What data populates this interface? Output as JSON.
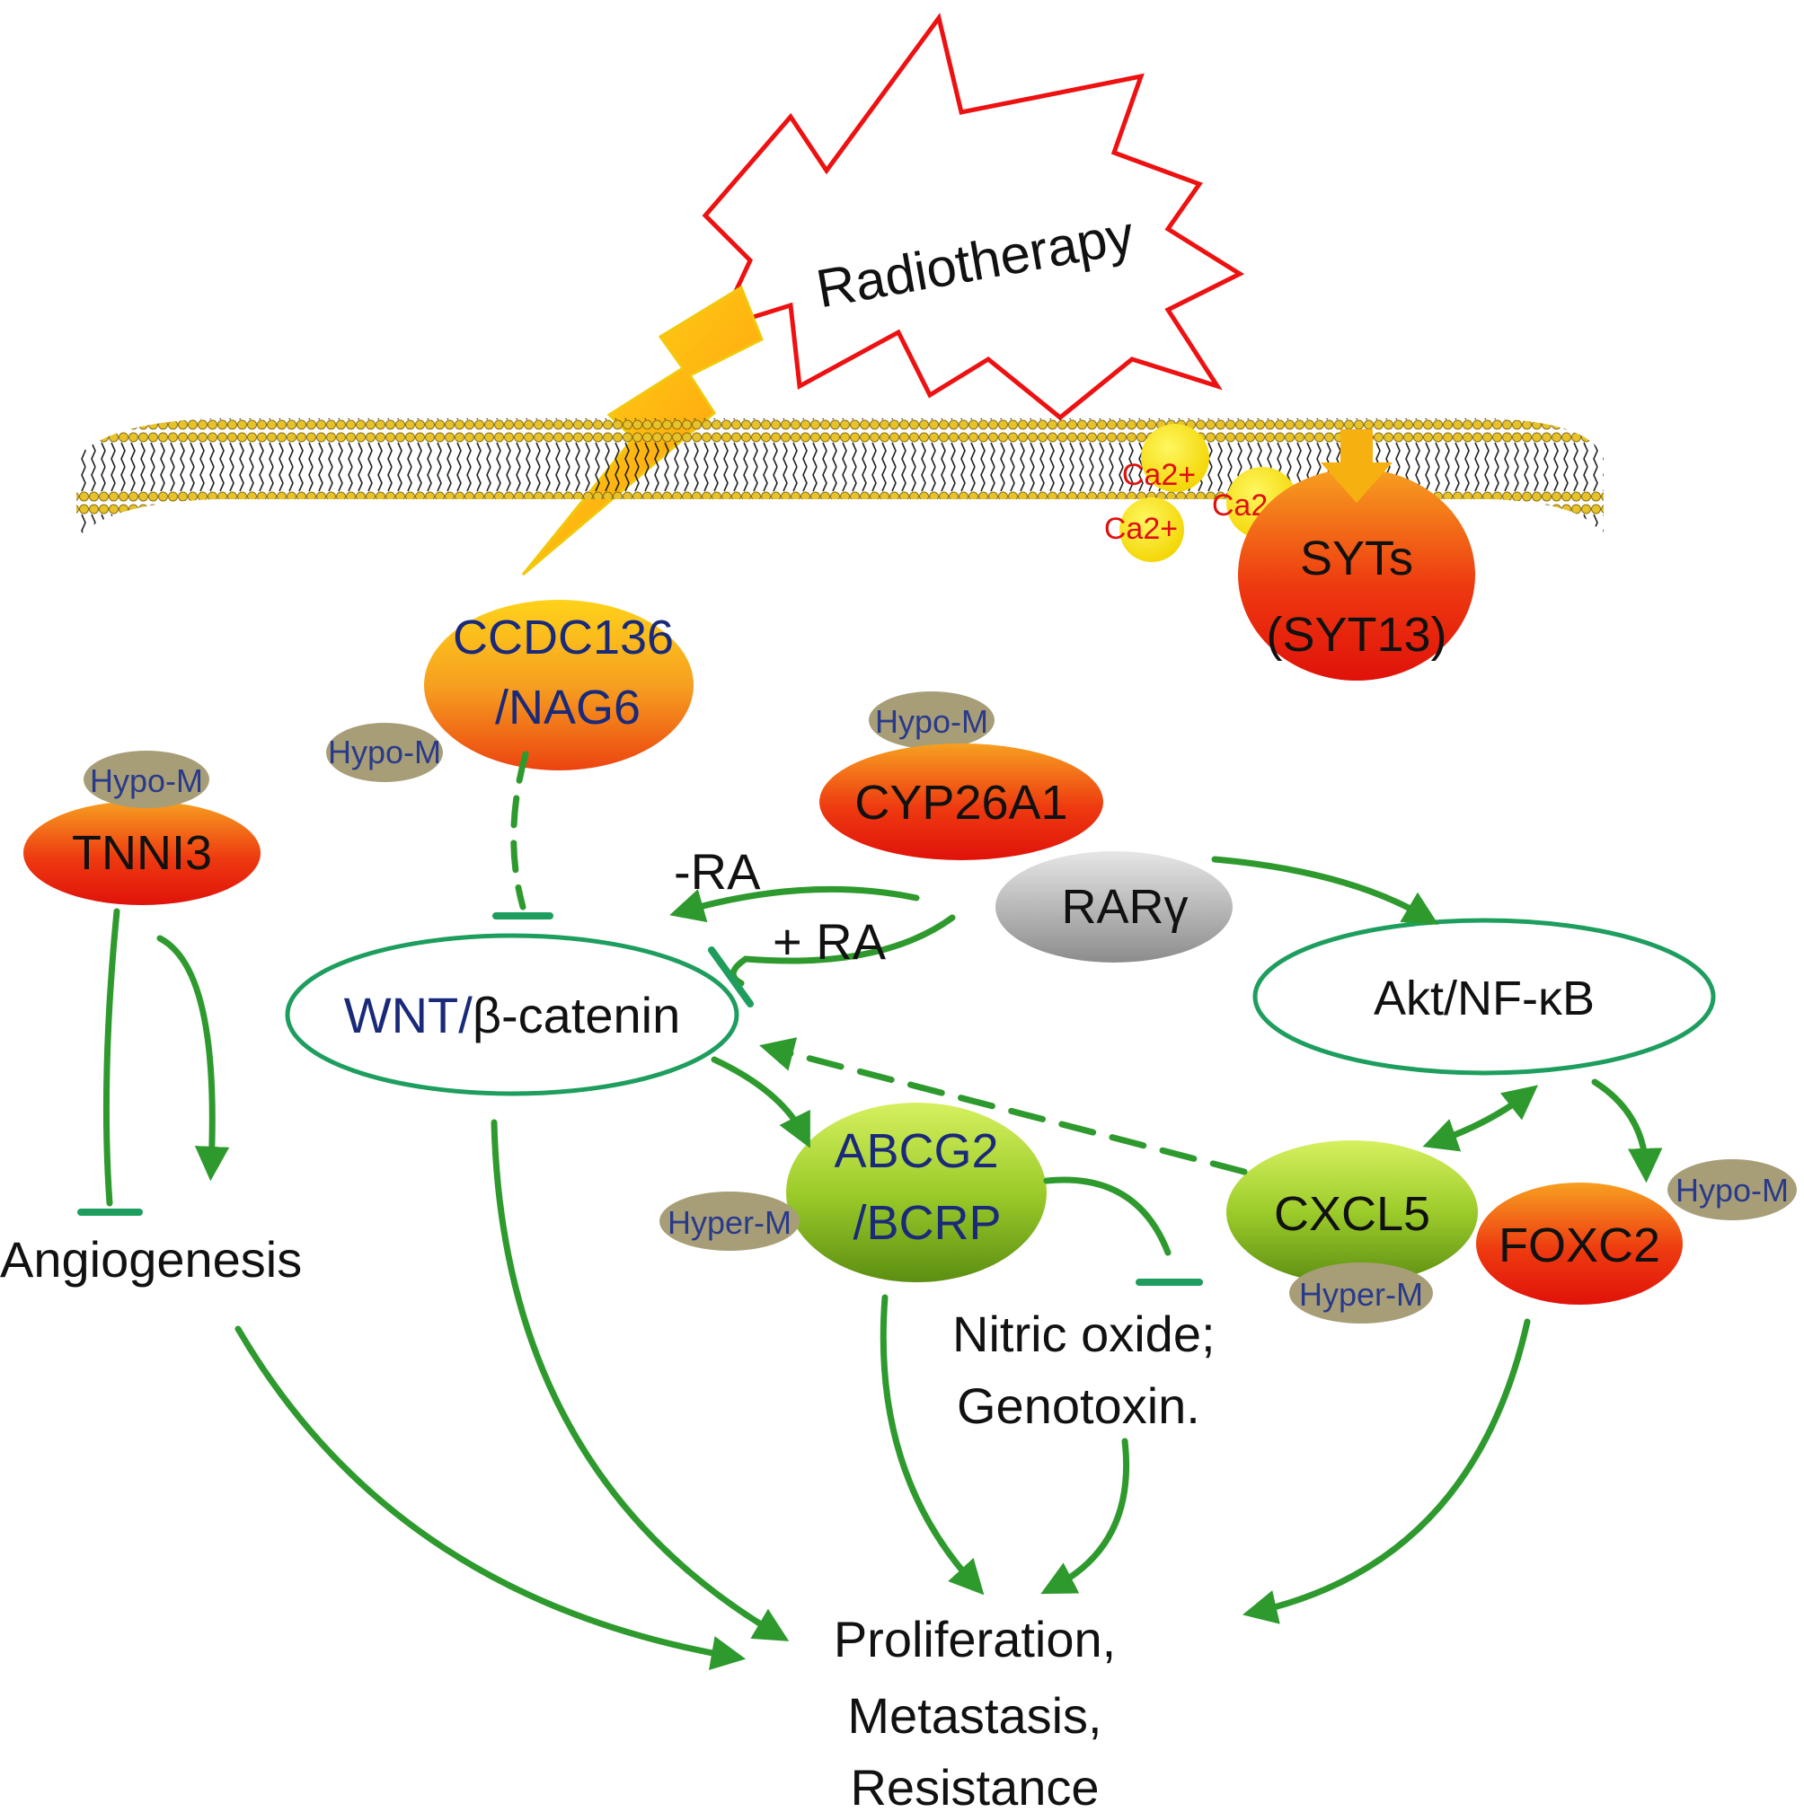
{
  "radiotherapy": {
    "label": "Radiotherapy"
  },
  "membrane": {
    "ca_ions": [
      "Ca2+",
      "Ca2+",
      "Ca2+"
    ]
  },
  "nodes": {
    "syts": {
      "line1": "SYTs",
      "line2": "(SYT13)"
    },
    "ccdc136": {
      "line1": "CCDC136",
      "line2": "/NAG6",
      "tag": "Hypo-M"
    },
    "tnni3": {
      "label": "TNNI3",
      "tag": "Hypo-M"
    },
    "cyp26a1": {
      "label": "CYP26A1",
      "tag": "Hypo-M"
    },
    "rarg": {
      "label": "RARγ"
    },
    "wnt": {
      "part1": "WNT/",
      "part2": "β-catenin"
    },
    "akt": {
      "label": "Akt/NF-κB"
    },
    "abcg2": {
      "line1": "ABCG2",
      "line2": "/BCRP",
      "tag": "Hyper-M"
    },
    "cxcl5": {
      "label": "CXCL5",
      "tag": "Hyper-M"
    },
    "foxc2": {
      "label": "FOXC2",
      "tag": "Hypo-M"
    }
  },
  "ra_labels": {
    "minus": "-RA",
    "plus": "+ RA"
  },
  "outcomes": {
    "angiogenesis": "Angiogenesis",
    "nitric": {
      "line1": "Nitric oxide;",
      "line2": "Genotoxin."
    },
    "final": {
      "line1": "Proliferation,",
      "line2": "Metastasis,",
      "line3": "Resistance"
    }
  },
  "colors": {
    "arrow": "#2e9a2e",
    "burst_outline": "#ee1111",
    "red_node": "#e21a0c",
    "orange_node": "#f39a1a",
    "green_node": "#8cc41e",
    "tag_fill": "#a79e78",
    "rar_fill": "#a8a8a8",
    "outline_node": "#1e9e5e"
  }
}
